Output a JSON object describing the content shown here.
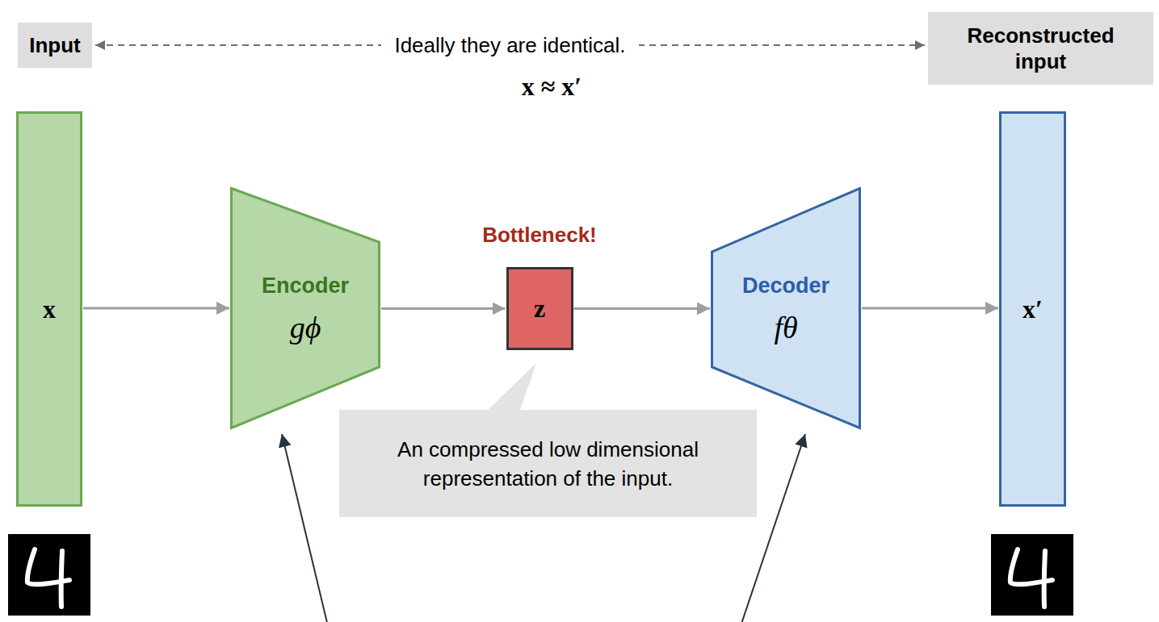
{
  "diagram": {
    "nodes": [
      {
        "text": [
          "Input"
        ]
      },
      {
        "text": [
          "Reconstructed input"
        ]
      },
      {
        "text": [
          "x"
        ]
      },
      {
        "text": [
          "Encoder",
          "gϕ"
        ]
      },
      {
        "text": [
          "Bottleneck!",
          "z"
        ]
      },
      {
        "text": [
          "An compressed low dimensional representation of the input."
        ]
      },
      {
        "text": [
          "Decoder",
          "fθ"
        ]
      },
      {
        "text": [
          "x′"
        ]
      }
    ],
    "edges": [
      {
        "from": 0,
        "to": 1,
        "label": "Ideally they are identical.",
        "arrow": "both"
      },
      {
        "from": 2,
        "to": 3,
        "arrow": "to"
      },
      {
        "from": 3,
        "to": 4,
        "arrow": "to"
      },
      {
        "from": 4,
        "to": 6,
        "arrow": "to"
      },
      {
        "from": 6,
        "to": 7,
        "arrow": "to"
      }
    ],
    "labels": [
      "x ≈ x′"
    ]
  }
}
